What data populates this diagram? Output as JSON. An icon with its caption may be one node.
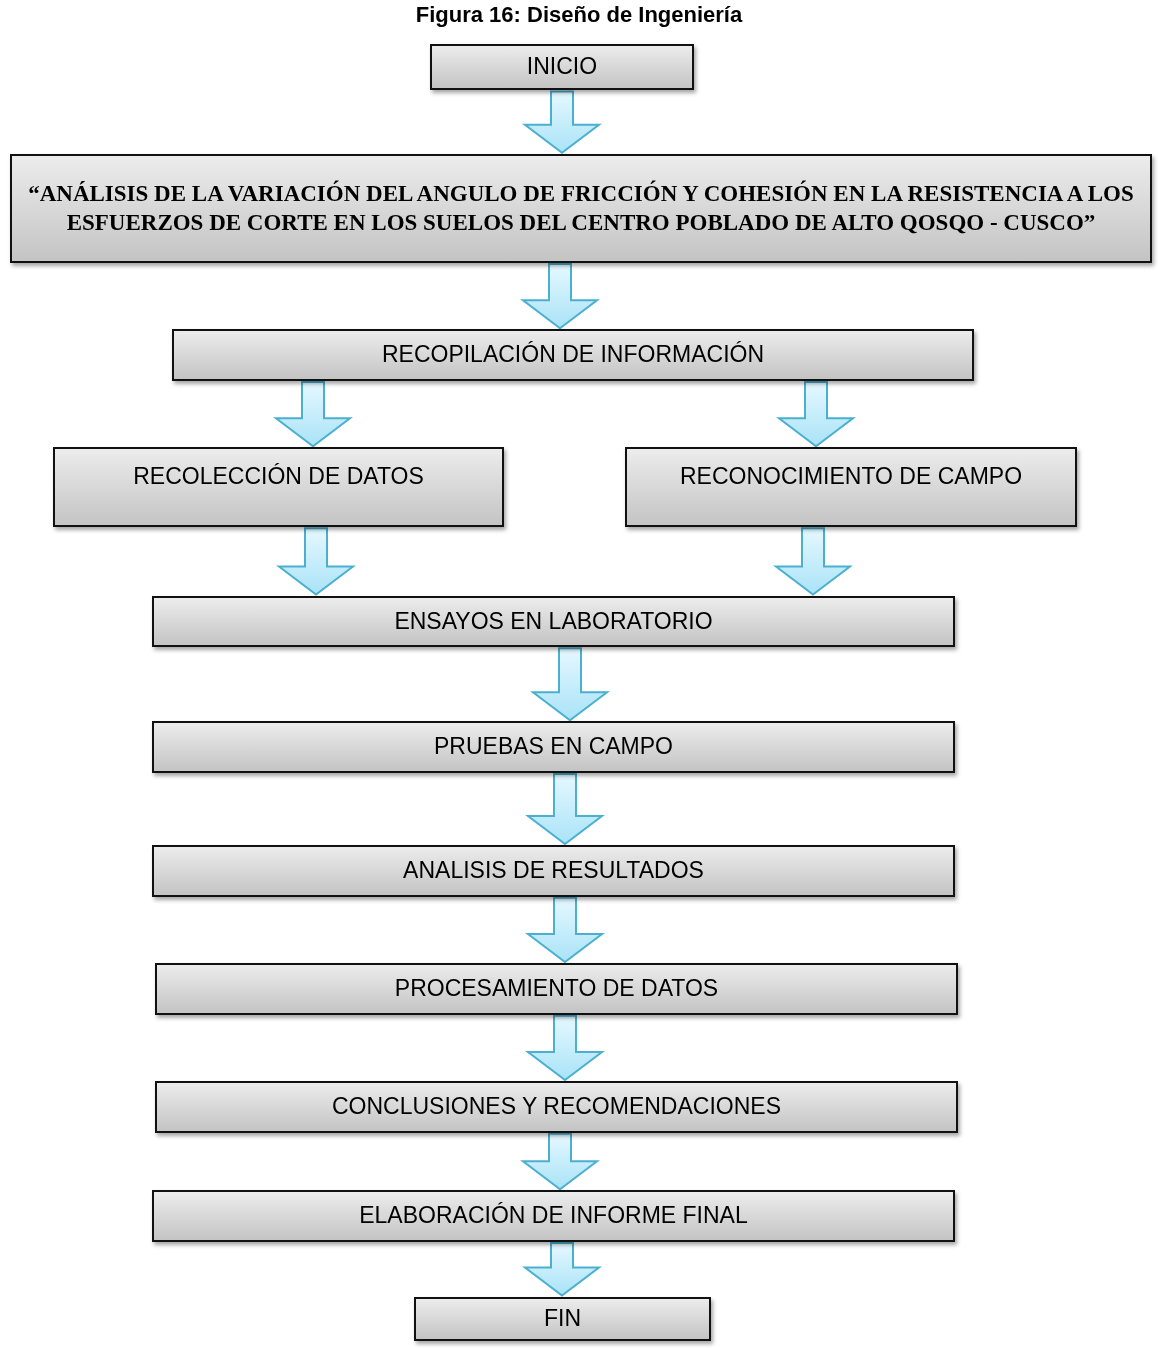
{
  "diagram": {
    "title": "Figura 16: Diseño de Ingeniería",
    "nodes": [
      {
        "text": [
          "INICIO"
        ]
      },
      {
        "text": [
          "“ANÁLISIS DE LA VARIACIÓN DEL ANGULO DE FRICCIÓN Y COHESIÓN EN LA RESISTENCIA A LOS ESFUERZOS DE CORTE EN LOS SUELOS DEL CENTRO POBLADO DE ALTO QOSQO - CUSCO”"
        ]
      },
      {
        "text": [
          "RECOPILACIÓN DE INFORMACIÓN"
        ]
      },
      {
        "text": [
          "RECOLECCIÓN DE DATOS"
        ]
      },
      {
        "text": [
          "RECONOCIMIENTO DE CAMPO"
        ]
      },
      {
        "text": [
          "ENSAYOS EN LABORATORIO"
        ]
      },
      {
        "text": [
          "PRUEBAS EN CAMPO"
        ]
      },
      {
        "text": [
          "ANALISIS DE RESULTADOS"
        ]
      },
      {
        "text": [
          "PROCESAMIENTO DE DATOS"
        ]
      },
      {
        "text": [
          "CONCLUSIONES Y RECOMENDACIONES"
        ]
      },
      {
        "text": [
          "ELABORACIÓN DE INFORME FINAL"
        ]
      },
      {
        "text": [
          "FIN"
        ]
      }
    ],
    "edges": [
      {
        "from": 0,
        "to": 1,
        "arrow": "to"
      },
      {
        "from": 1,
        "to": 2,
        "arrow": "to"
      },
      {
        "from": 2,
        "to": 3,
        "arrow": "to"
      },
      {
        "from": 2,
        "to": 4,
        "arrow": "to"
      },
      {
        "from": 3,
        "to": 5,
        "arrow": "to"
      },
      {
        "from": 4,
        "to": 5,
        "arrow": "to"
      },
      {
        "from": 5,
        "to": 6,
        "arrow": "to"
      },
      {
        "from": 6,
        "to": 7,
        "arrow": "to"
      },
      {
        "from": 7,
        "to": 8,
        "arrow": "to"
      },
      {
        "from": 8,
        "to": 9,
        "arrow": "to"
      },
      {
        "from": 9,
        "to": 10,
        "arrow": "to"
      },
      {
        "from": 10,
        "to": 11,
        "arrow": "to"
      }
    ]
  }
}
